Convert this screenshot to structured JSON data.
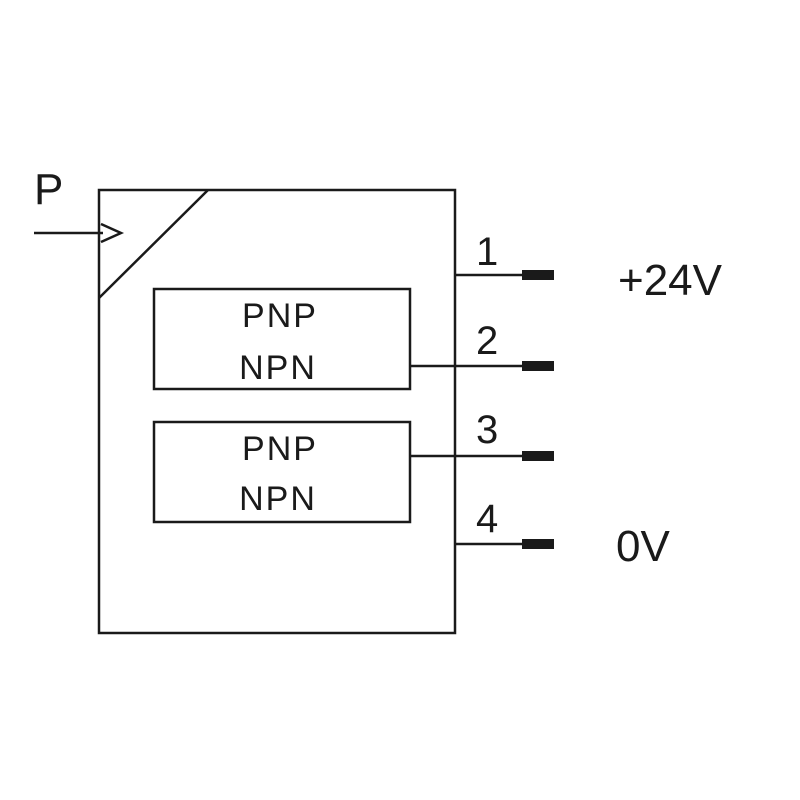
{
  "input": {
    "label": "P"
  },
  "outputs": [
    {
      "line1": "PNP",
      "line2": "NPN"
    },
    {
      "line1": "PNP",
      "line2": "NPN"
    }
  ],
  "pins": [
    {
      "number": "1",
      "signal": "+24V"
    },
    {
      "number": "2",
      "signal": ""
    },
    {
      "number": "3",
      "signal": ""
    },
    {
      "number": "4",
      "signal": "0V"
    }
  ]
}
